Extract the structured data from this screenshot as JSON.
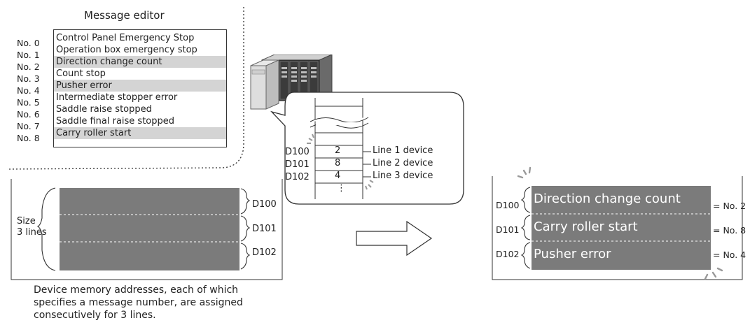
{
  "message_editor": {
    "title": "Message editor",
    "rows": [
      {
        "no": "No. 0",
        "text": "Control Panel Emergency Stop",
        "highlighted": false
      },
      {
        "no": "No. 1",
        "text": "Operation box emergency stop",
        "highlighted": false
      },
      {
        "no": "No. 2",
        "text": "Direction change count",
        "highlighted": true
      },
      {
        "no": "No. 3",
        "text": "Count stop",
        "highlighted": false
      },
      {
        "no": "No. 4",
        "text": "Pusher error",
        "highlighted": true
      },
      {
        "no": "No. 5",
        "text": "Intermediate stopper error",
        "highlighted": false
      },
      {
        "no": "No. 6",
        "text": "Saddle raise stopped",
        "highlighted": false
      },
      {
        "no": "No. 7",
        "text": "Saddle final raise stopped",
        "highlighted": false
      },
      {
        "no": "No. 8",
        "text": "Carry roller start",
        "highlighted": true
      }
    ]
  },
  "device_table": {
    "rows": [
      {
        "address": "D100",
        "value": "2",
        "label": "Line 1 device"
      },
      {
        "address": "D101",
        "value": "8",
        "label": "Line 2 device"
      },
      {
        "address": "D102",
        "value": "4",
        "label": "Line 3 device"
      }
    ],
    "continuation": "⋮"
  },
  "left_panel": {
    "size_label_1": "Size",
    "size_label_2": "3 lines",
    "addresses": [
      "D100",
      "D101",
      "D102"
    ],
    "description": [
      "Device memory addresses, each of which",
      "specifies a message number, are assigned",
      "consecutively for 3 lines."
    ]
  },
  "right_panel": {
    "rows": [
      {
        "address": "D100",
        "text": "Direction change count",
        "equals": "= No. 2"
      },
      {
        "address": "D101",
        "text": "Carry roller start",
        "equals": "= No. 8"
      },
      {
        "address": "D102",
        "text": "Pusher error",
        "equals": "= No. 4"
      }
    ]
  },
  "colors": {
    "panel_gray": "#7b7b7b",
    "highlight_gray": "#d4d4d4",
    "text": "#222222"
  }
}
